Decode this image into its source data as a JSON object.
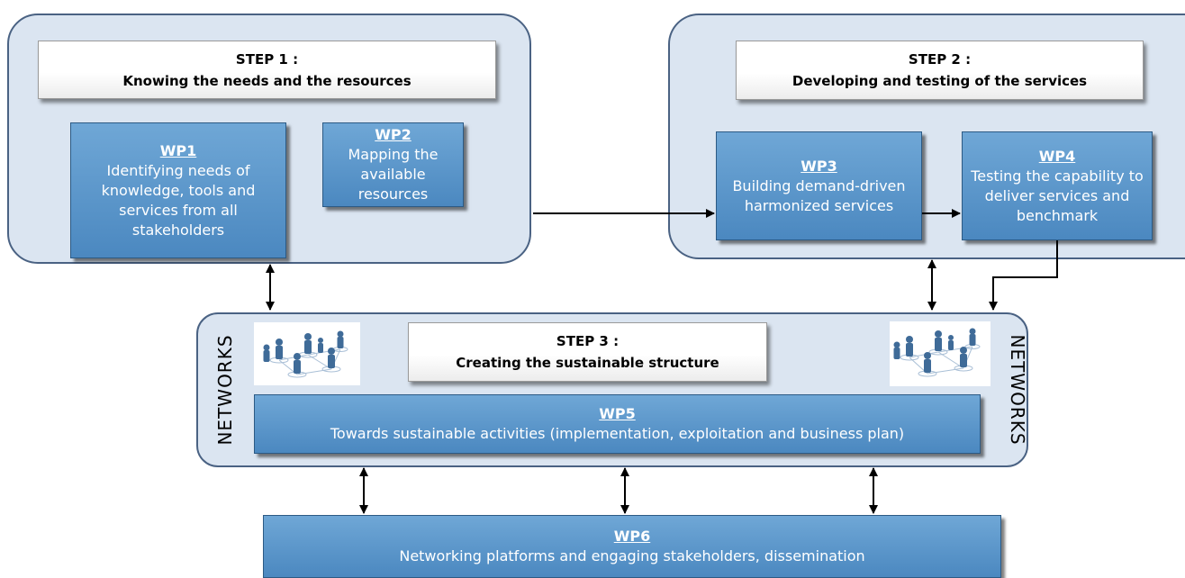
{
  "step1": {
    "heading": "STEP 1 :",
    "subtitle": "Knowing the needs and the resources"
  },
  "step2": {
    "heading": "STEP 2 :",
    "subtitle": "Developing and testing of the services"
  },
  "step3": {
    "heading": "STEP 3 :",
    "subtitle": "Creating the sustainable structure"
  },
  "wp1": {
    "code": "WP1",
    "desc": "Identifying needs of knowledge, tools and services  from all stakeholders"
  },
  "wp2": {
    "code": "WP2",
    "desc": "Mapping the available resources"
  },
  "wp3": {
    "code": "WP3",
    "desc": "Building demand-driven harmonized services"
  },
  "wp4": {
    "code": "WP4",
    "desc": "Testing the capability to deliver services and benchmark"
  },
  "wp5": {
    "code": "WP5",
    "desc": "Towards sustainable activities (implementation, exploitation and business plan)"
  },
  "wp6": {
    "code": "WP6",
    "desc": "Networking platforms and engaging stakeholders, dissemination"
  },
  "networks_label": "NETWORKS",
  "colors": {
    "panel_fill": "#dbe5f1",
    "panel_border": "#4a6283",
    "wp_fill": "#5b95cb",
    "wp_text": "#ffffff"
  },
  "icons": {
    "network_image": "people-network-icon"
  }
}
